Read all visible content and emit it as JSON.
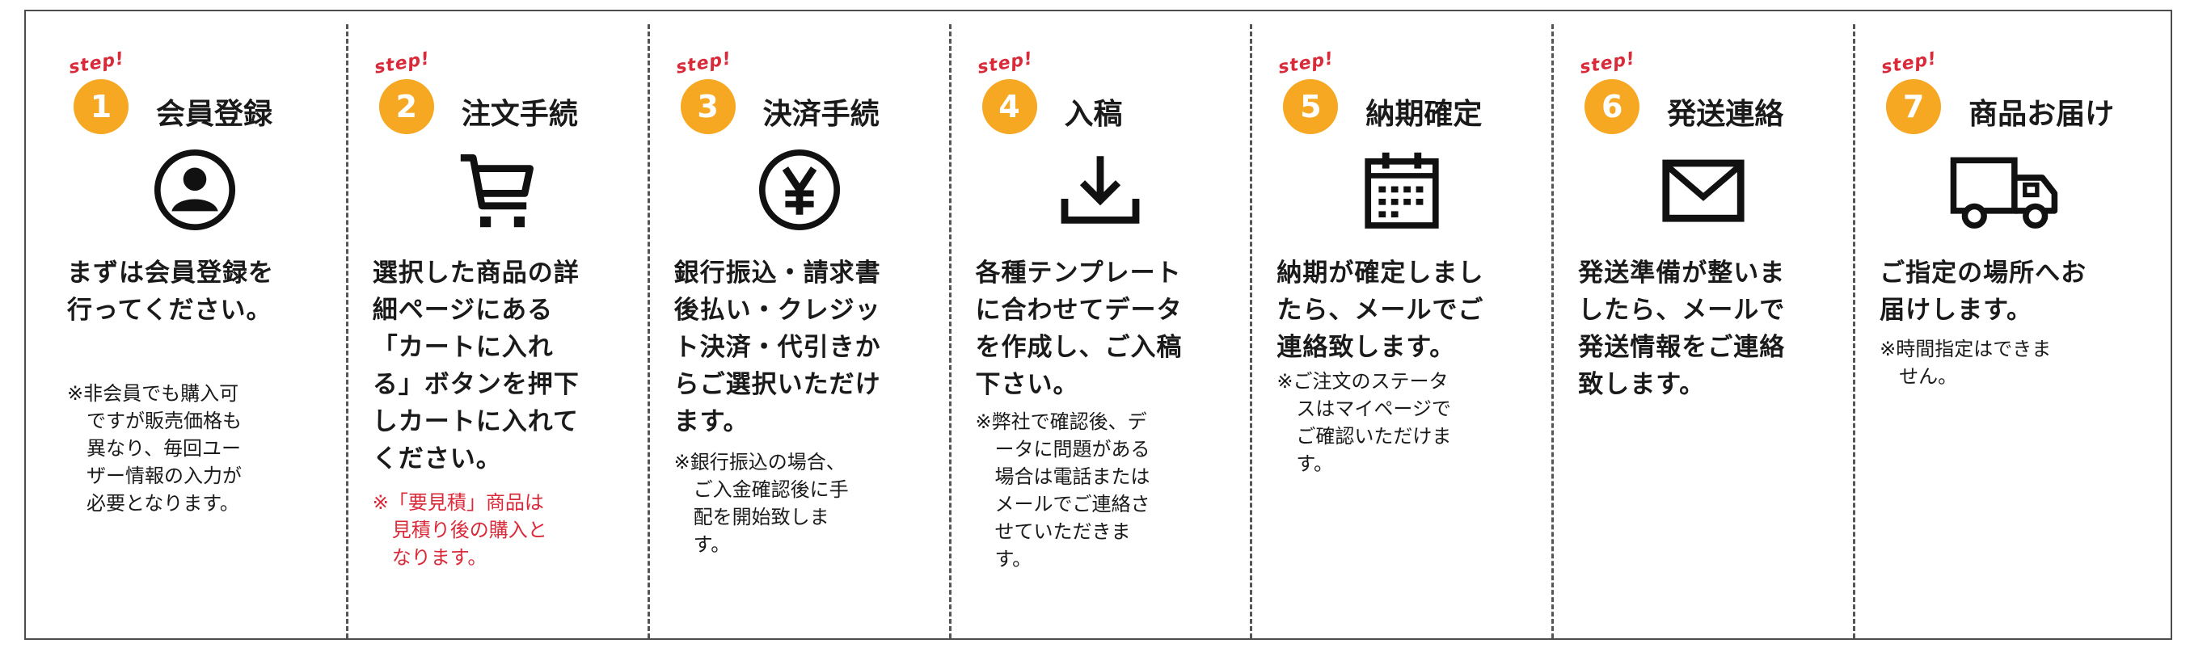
{
  "step_tag": "step!",
  "colors": {
    "badge": "#f6a823",
    "step_tag": "#d92a3a",
    "red_note": "#d92a3a",
    "border": "#4d4d4d"
  },
  "steps": [
    {
      "number": "1",
      "title": "会員登録",
      "icon": "user-circle-icon",
      "main": "まずは会員登録を\n行ってください。",
      "note": "※非会員でも購入可\n　ですが販売価格も\n　異なり、毎回ユー\n　ザー情報の入力が\n　必要となります。",
      "note_red": ""
    },
    {
      "number": "2",
      "title": "注文手続",
      "icon": "shopping-cart-icon",
      "main": "選択した商品の詳\n細ページにある\n「カートに入れ\nる」ボタンを押下\nしカートに入れて\nください。",
      "note": "",
      "note_red": "※「要見積」商品は\n　見積り後の購入と\n　なります。"
    },
    {
      "number": "3",
      "title": "決済手続",
      "icon": "yen-circle-icon",
      "main": "銀行振込・請求書\n後払い・クレジッ\nト決済・代引きか\nらご選択いただけ\nます。",
      "note": "※銀行振込の場合、\n　ご入金確認後に手\n　配を開始致しま\n　す。",
      "note_red": ""
    },
    {
      "number": "4",
      "title": "入稿",
      "icon": "download-icon",
      "main": "各種テンプレート\nに合わせてデータ\nを作成し、ご入稿\n下さい。",
      "note": "※弊社で確認後、デ\n　ータに問題がある\n　場合は電話または\n　メールでご連絡さ\n　せていただきま\n　す。",
      "note_red": ""
    },
    {
      "number": "5",
      "title": "納期確定",
      "icon": "calendar-icon",
      "main": "納期が確定しまし\nたら、メールでご\n連絡致します。",
      "note": "※ご注文のステータ\n　スはマイページで\n　ご確認いただけま\n　す。",
      "note_red": ""
    },
    {
      "number": "6",
      "title": "発送連絡",
      "icon": "mail-icon",
      "main": "発送準備が整いま\nしたら、メールで\n発送情報をご連絡\n致します。",
      "note": "",
      "note_red": ""
    },
    {
      "number": "7",
      "title": "商品お届け",
      "icon": "truck-icon",
      "main": "ご指定の場所へお\n届けします。",
      "note": "※時間指定はできま\n　せん。",
      "note_red": ""
    }
  ]
}
